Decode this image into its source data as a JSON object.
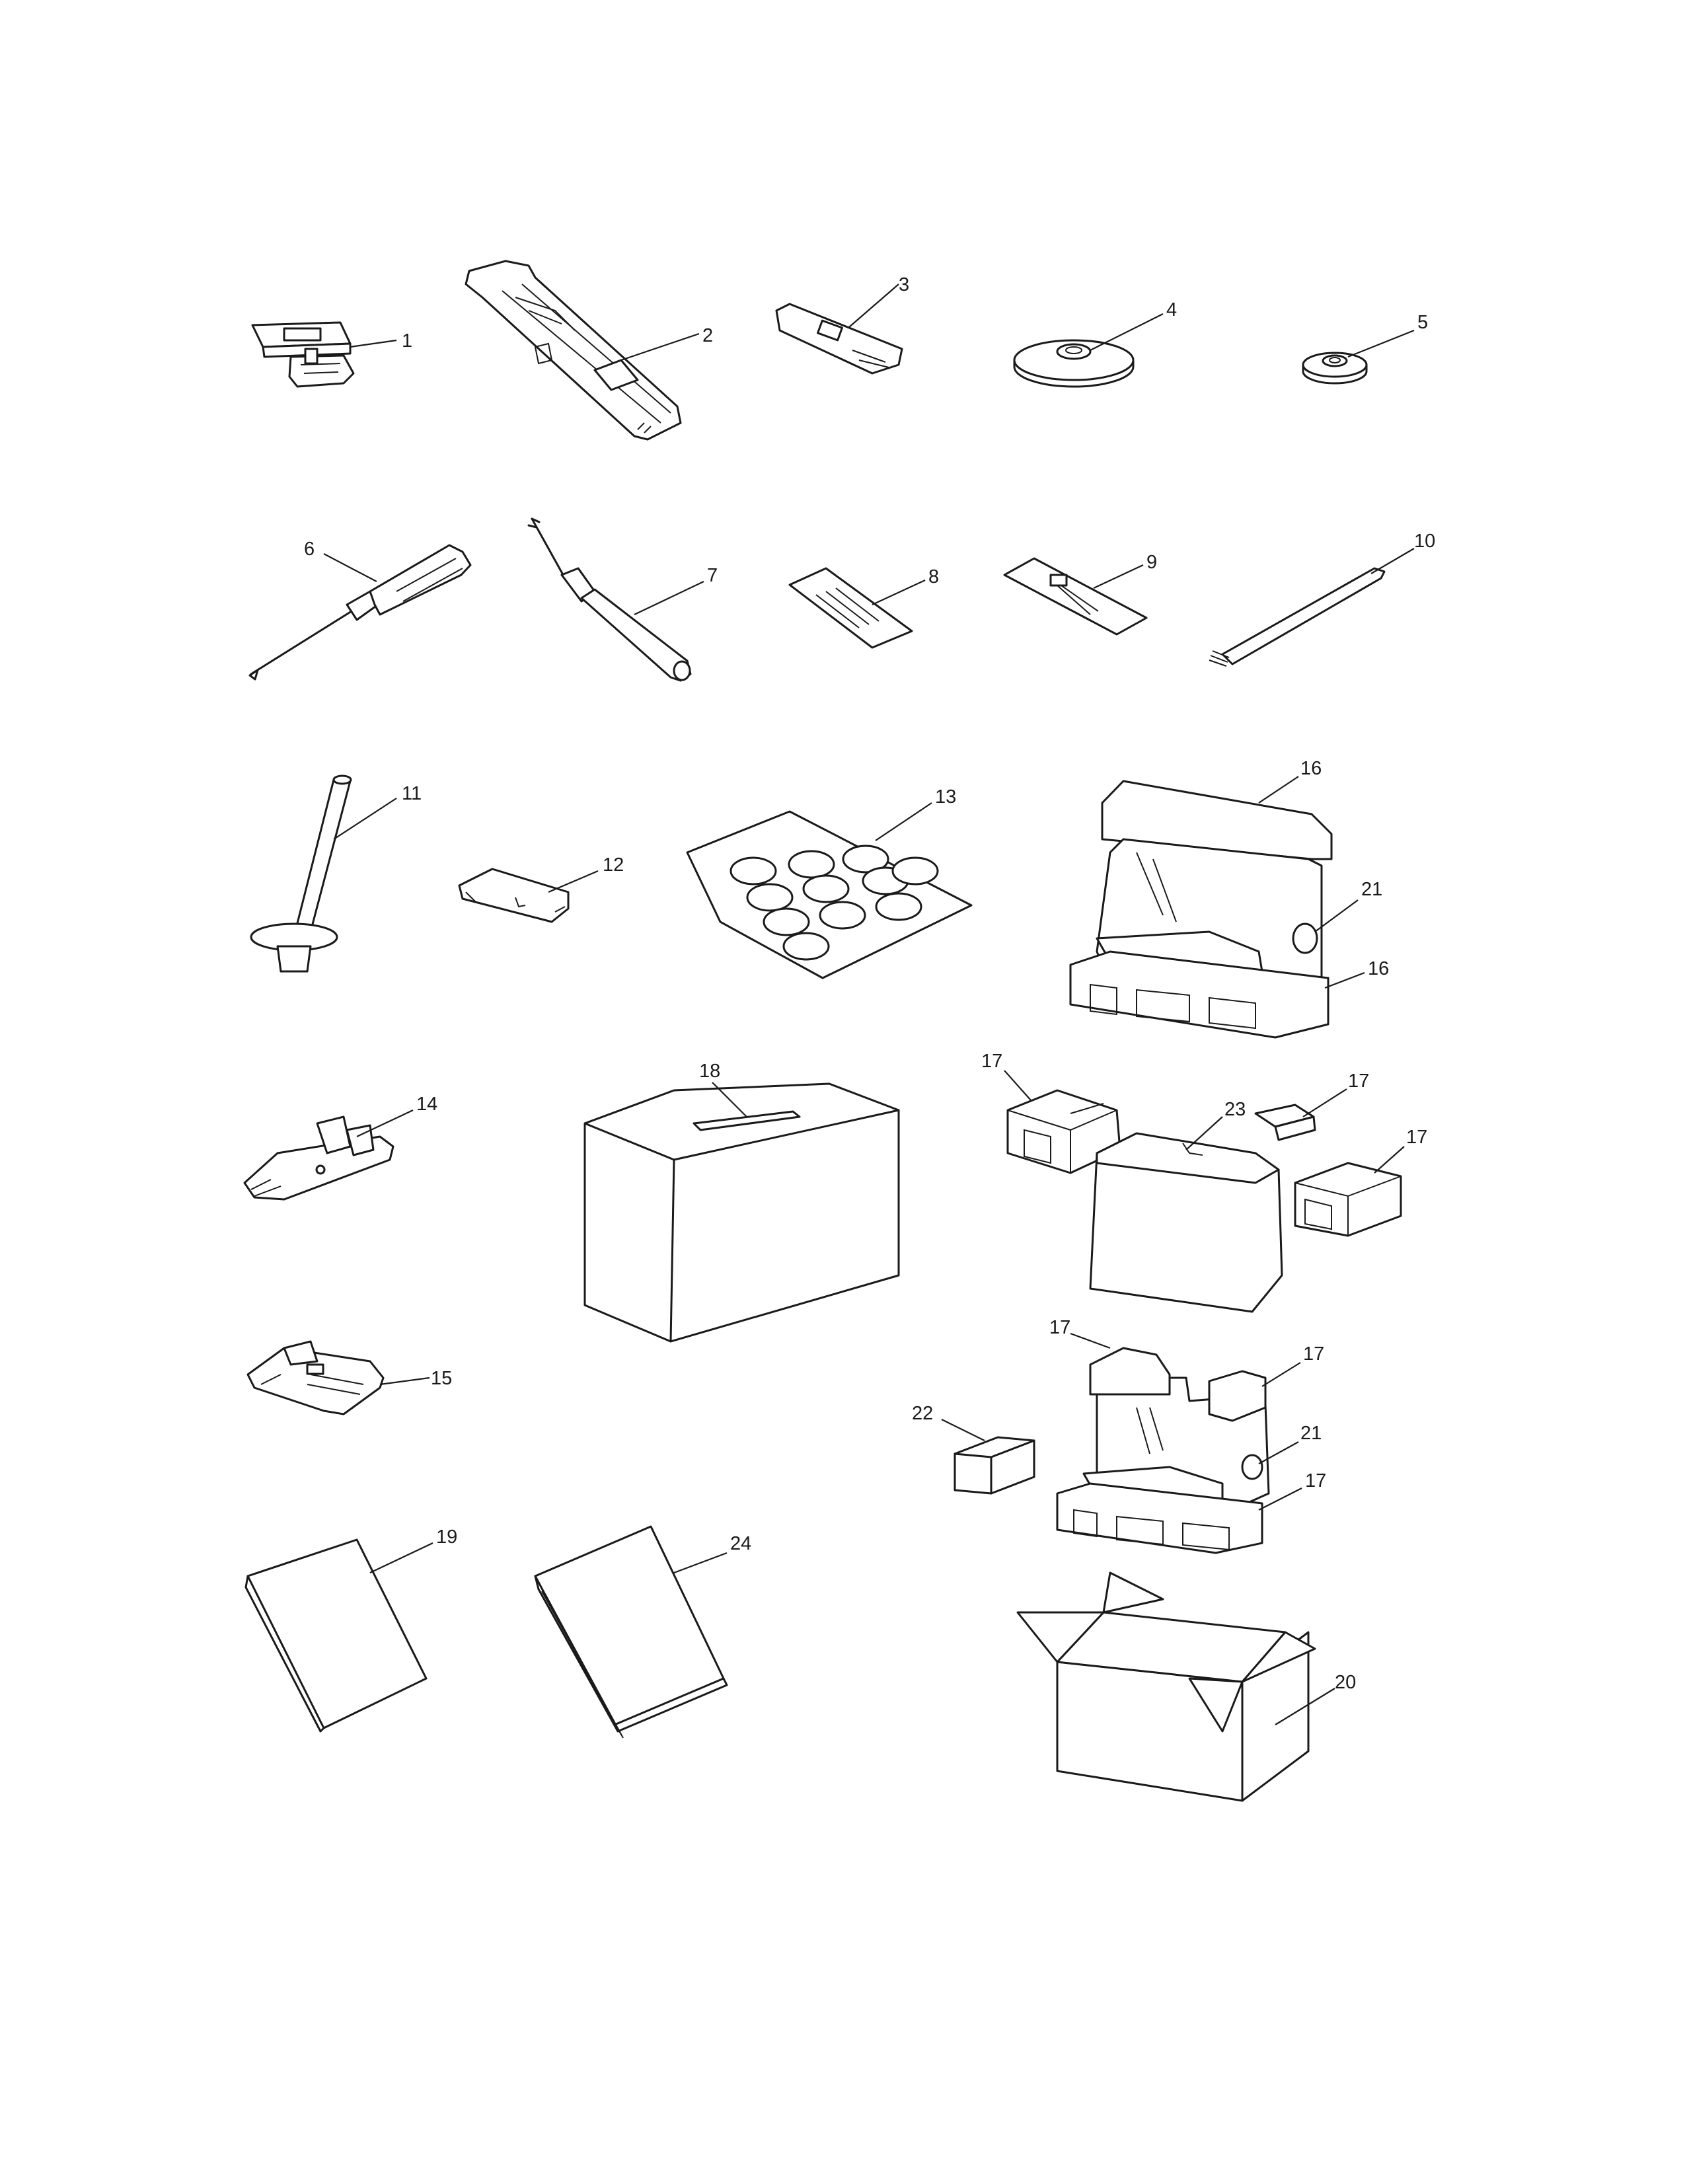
{
  "diagram": {
    "parts": [
      {
        "id": "p1",
        "label": "1"
      },
      {
        "id": "p2",
        "label": "2"
      },
      {
        "id": "p3",
        "label": "3"
      },
      {
        "id": "p4",
        "label": "4"
      },
      {
        "id": "p5",
        "label": "5"
      },
      {
        "id": "p6",
        "label": "6"
      },
      {
        "id": "p7",
        "label": "7"
      },
      {
        "id": "p8",
        "label": "8"
      },
      {
        "id": "p9",
        "label": "9"
      },
      {
        "id": "p10",
        "label": "10"
      },
      {
        "id": "p11",
        "label": "11"
      },
      {
        "id": "p12",
        "label": "12"
      },
      {
        "id": "p13",
        "label": "13"
      },
      {
        "id": "p14",
        "label": "14"
      },
      {
        "id": "p15",
        "label": "15"
      },
      {
        "id": "p16",
        "label": "16"
      },
      {
        "id": "p17",
        "label": "17"
      },
      {
        "id": "p18",
        "label": "18"
      },
      {
        "id": "p19",
        "label": "19"
      },
      {
        "id": "p20",
        "label": "20"
      },
      {
        "id": "p21",
        "label": "21"
      },
      {
        "id": "p22",
        "label": "22"
      },
      {
        "id": "p23",
        "label": "23"
      },
      {
        "id": "p24",
        "label": "24"
      }
    ]
  }
}
